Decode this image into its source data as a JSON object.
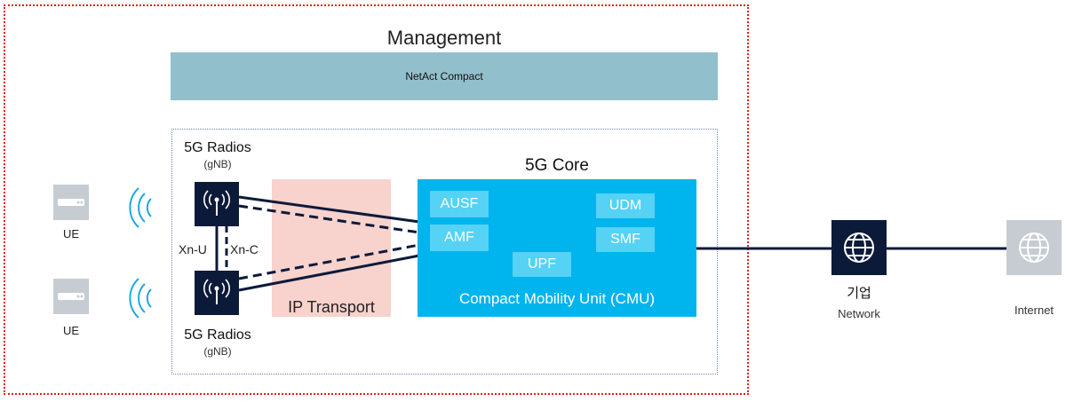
{
  "management": {
    "title": "Management",
    "platform_label": "NetAct Compact"
  },
  "radios": {
    "top": {
      "title": "5G Radios",
      "subtitle": "(gNB)"
    },
    "bottom": {
      "title": "5G Radios",
      "subtitle": "(gNB)"
    },
    "interfaces": {
      "user_plane": "Xn-U",
      "control_plane": "Xn-C"
    }
  },
  "ue": {
    "top_label": "UE",
    "bottom_label": "UE"
  },
  "transport": {
    "label": "IP Transport"
  },
  "core": {
    "title": "5G Core",
    "cmu_label": "Compact Mobility Unit (CMU)",
    "functions": {
      "ausf": "AUSF",
      "amf": "AMF",
      "upf": "UPF",
      "udm": "UDM",
      "smf": "SMF"
    }
  },
  "enterprise_network": {
    "title": "기업",
    "subtitle": "Network",
    "icon": "globe-icon"
  },
  "internet": {
    "label": "Internet",
    "icon": "globe-icon"
  },
  "colors": {
    "management_border": "#e02020",
    "netact_fill": "#92bfcc",
    "core_fill": "#00b4ee",
    "nf_fill": "#55d2f4",
    "ip_fill": "#f8d2cc",
    "radio_fill": "#0c1a3a",
    "wave_color": "#1fa8e0"
  }
}
